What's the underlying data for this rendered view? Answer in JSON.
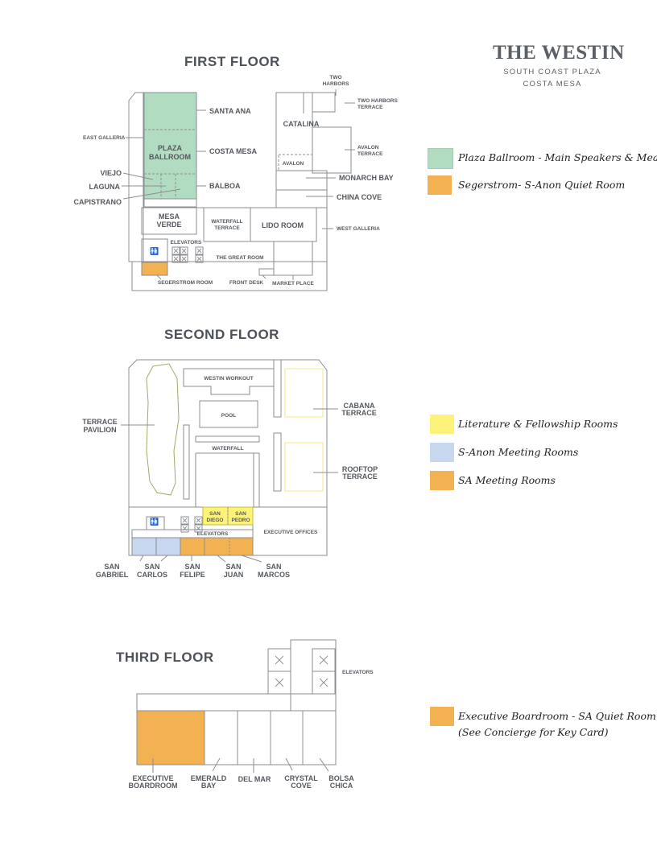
{
  "brand": {
    "name": "THE WESTIN",
    "line1": "SOUTH COAST PLAZA",
    "line2": "COSTA MESA"
  },
  "colors": {
    "green": "#b2dcc1",
    "orange": "#f2b252",
    "yellow": "#fdf27a",
    "blue": "#c8d7f0",
    "outline": "#8a8e92"
  },
  "first_floor": {
    "title": "FIRST FLOOR",
    "rooms": {
      "santa_ana": "SANTA ANA",
      "plaza_ballroom_1": "PLAZA",
      "plaza_ballroom_2": "BALLROOM",
      "costa_mesa": "COSTA MESA",
      "east_galleria": "EAST GALLERIA",
      "viejo": "VIEJO",
      "laguna": "LAGUNA",
      "capistrano": "CAPISTRANO",
      "balboa": "BALBOA",
      "mesa_verde_1": "MESA",
      "mesa_verde_2": "VERDE",
      "waterfall_terrace_1": "WATERFALL",
      "waterfall_terrace_2": "TERRACE",
      "lido_room": "LIDO ROOM",
      "elevators": "ELEVATORS",
      "the_great_room": "THE GREAT ROOM",
      "segerstrom_room": "SEGERSTROM ROOM",
      "front_desk": "FRONT DESK",
      "market_place": "MARKET PLACE",
      "west_galleria": "WEST GALLERIA",
      "catalina": "CATALINA",
      "avalon": "AVALON",
      "two_harbors_1": "TWO",
      "two_harbors_2": "HARBORS",
      "two_harbors_terrace_1": "TWO HARBORS",
      "two_harbors_terrace_2": "TERRACE",
      "avalon_terrace_1": "AVALON",
      "avalon_terrace_2": "TERRACE",
      "monarch_bay": "MONARCH BAY",
      "china_cove": "CHINA COVE"
    },
    "legend": [
      {
        "color": "#b2dcc1",
        "label": "Plaza Ballroom - Main Speakers & Meals"
      },
      {
        "color": "#f2b252",
        "label": "Segerstrom- S-Anon Quiet Room"
      }
    ]
  },
  "second_floor": {
    "title": "SECOND FLOOR",
    "rooms": {
      "westin_workout": "WESTIN WORKOUT",
      "pool": "POOL",
      "waterfall": "WATERFALL",
      "terrace_pavilion_1": "TERRACE",
      "terrace_pavilion_2": "PAVILION",
      "cabana_terrace_1": "CABANA",
      "cabana_terrace_2": "TERRACE",
      "rooftop_terrace_1": "ROOFTOP",
      "rooftop_terrace_2": "TERRACE",
      "san_diego_1": "SAN",
      "san_diego_2": "DIEGO",
      "san_pedro_1": "SAN",
      "san_pedro_2": "PEDRO",
      "elevators": "ELEVATORS",
      "executive_offices": "EXECUTIVE OFFICES",
      "san_gabriel_1": "SAN",
      "san_gabriel_2": "GABRIEL",
      "san_carlos_1": "SAN",
      "san_carlos_2": "CARLOS",
      "san_felipe_1": "SAN",
      "san_felipe_2": "FELIPE",
      "san_juan_1": "SAN",
      "san_juan_2": "JUAN",
      "san_marcos_1": "SAN",
      "san_marcos_2": "MARCOS"
    },
    "legend": [
      {
        "color": "#fdf27a",
        "label": "Literature & Fellowship Rooms"
      },
      {
        "color": "#c8d7f0",
        "label": "S-Anon Meeting Rooms"
      },
      {
        "color": "#f2b252",
        "label": "SA Meeting Rooms"
      }
    ]
  },
  "third_floor": {
    "title": "THIRD FLOOR",
    "rooms": {
      "elevators": "ELEVATORS",
      "executive_boardroom_1": "EXECUTIVE",
      "executive_boardroom_2": "BOARDROOM",
      "emerald_bay_1": "EMERALD",
      "emerald_bay_2": "BAY",
      "del_mar": "DEL MAR",
      "crystal_cove_1": "CRYSTAL",
      "crystal_cove_2": "COVE",
      "bolsa_chica_1": "BOLSA",
      "bolsa_chica_2": "CHICA"
    },
    "legend": [
      {
        "color": "#f2b252",
        "label": "Executive Boardroom - SA Quiet Room",
        "label2": "(See Concierge for Key Card)"
      }
    ]
  }
}
